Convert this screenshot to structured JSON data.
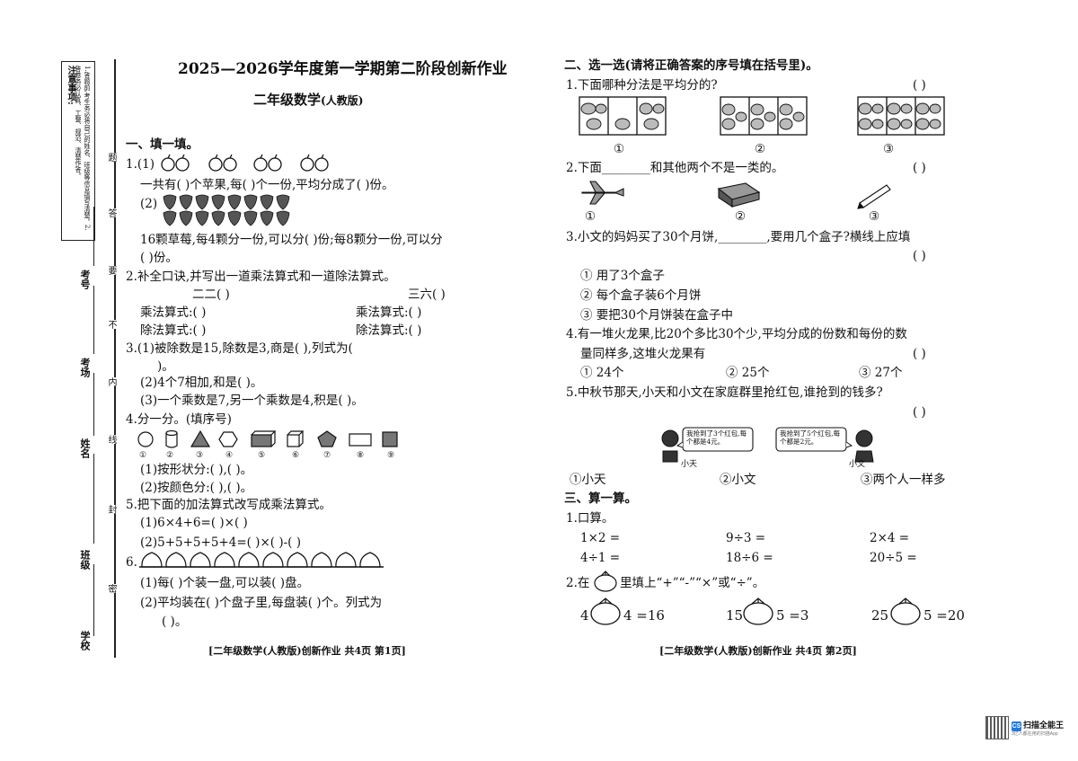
{
  "sidebar": {
    "notice_title": "注意事项:",
    "notice_text": "1.答题前,考生务必将自己的姓名、班级等信息填写清楚。2.答卷务必认真、工整、规范、清楚作答。",
    "seal_chars": [
      "密",
      "封",
      "线",
      "内",
      "不",
      "要",
      "答",
      "题"
    ],
    "labels": [
      "学校",
      "班级",
      "姓名",
      "考场",
      "考号"
    ]
  },
  "header": {
    "title": "2025—2026学年度第一学期第二阶段创新作业",
    "subject": "二年级数学",
    "edition": "(人教版)"
  },
  "left": {
    "sec1": "一、填一填。",
    "q1_label": "1.(1)",
    "q1_line1": "一共有(          )个苹果,每(          )个一份,平均分成了(          )份。",
    "q1_2_label": "(2)",
    "q1_line2": "16颗草莓,每4颗分一份,可以分(          )份;每8颗分一份,可以分",
    "q1_line3": "(          )份。",
    "q2": "2.补全口诀,并写出一道乘法算式和一道除法算式。",
    "q2_k1": "二二(          )",
    "q2_k2": "三六(          )",
    "q2_m1": "乘法算式:(                          )",
    "q2_d1": "除法算式:(                          )",
    "q2_m2": "乘法算式:(                          )",
    "q2_d2": "除法算式:(                          )",
    "q3_1": "3.(1)被除数是15,除数是3,商是(          ),列式为(",
    "q3_1b": ")。",
    "q3_2": "(2)4个7相加,和是(          )。",
    "q3_3": "(3)一个乘数是7,另一个乘数是4,积是(          )。",
    "q4": "4.分一分。(填序号)",
    "q4_nums": [
      "①",
      "②",
      "③",
      "④",
      "⑤",
      "⑥",
      "⑦",
      "⑧",
      "⑨"
    ],
    "q4_1": "(1)按形状分:(                                    ),(                    )。",
    "q4_2": "(2)按颜色分:(                                    ),(                    )。",
    "q5": "5.把下面的加法算式改写成乘法算式。",
    "q5_1": "(1)6×4+6=(          )×(          )",
    "q5_2": "(2)5+5+5+5+4=(          )×(          )-(          )",
    "q6_label": "6.",
    "q6_1": "(1)每(          )个装一盘,可以装(          )盘。",
    "q6_2": "(2)平均装在(          )个盘子里,每盘装(          )个。列式为",
    "q6_2b": "(                    )。",
    "footer": "[二年级数学(人教版)创新作业    共4页    第1页]"
  },
  "right": {
    "sec2": "二、选一选(请将正确答案的序号填在括号里)。",
    "r1": "1.下面哪种分法是平均分的?",
    "r1_opts": [
      "①",
      "②",
      "③"
    ],
    "r2": "2.下面________和其他两个不是一类的。",
    "r2_opts": [
      "①",
      "②",
      "③"
    ],
    "r3": "3.小文的妈妈买了30个月饼,________,要用几个盒子?横线上应填",
    "r3_o1": "① 用了3个盒子",
    "r3_o2": "② 每个盒子装6个月饼",
    "r3_o3": "③ 要把30个月饼装在盒子中",
    "r4": "4.有一堆火龙果,比20个多比30个少,平均分成的份数和每份的数",
    "r4b": "量同样多,这堆火龙果有",
    "r4_o1": "① 24个",
    "r4_o2": "② 25个",
    "r4_o3": "③ 27个",
    "r5": "5.中秋节那天,小天和小文在家庭群里抢红包,谁抢到的钱多?",
    "r5_b1": "我抢到了3个红包,每个都是4元。",
    "r5_b2": "我抢到了5个红包,每个都是2元。",
    "r5_n1": "小天",
    "r5_n2": "小文",
    "r5_o1": "①小天",
    "r5_o2": "②小文",
    "r5_o3": "③两个人一样多",
    "paren": "(        )",
    "sec3": "三、算一算。",
    "c1": "1.口算。",
    "calc": [
      "1×2 =",
      "9÷3 =",
      "2×4 =",
      "4÷1 =",
      "18÷6 =",
      "20÷5 ="
    ],
    "c2a": "2.在",
    "c2b": "里填上“+”“-”“×”或“÷”。",
    "f1a": "4",
    "f1b": "4 =16",
    "f2a": "15",
    "f2b": "5 =3",
    "f3a": "25",
    "f3b": "5 =20",
    "footer": "[二年级数学(人教版)创新作业    共4页    第2页]"
  },
  "watermark": {
    "logo": "CS",
    "name": "扫描全能王",
    "tagline": "3亿人都在用的扫描App"
  }
}
